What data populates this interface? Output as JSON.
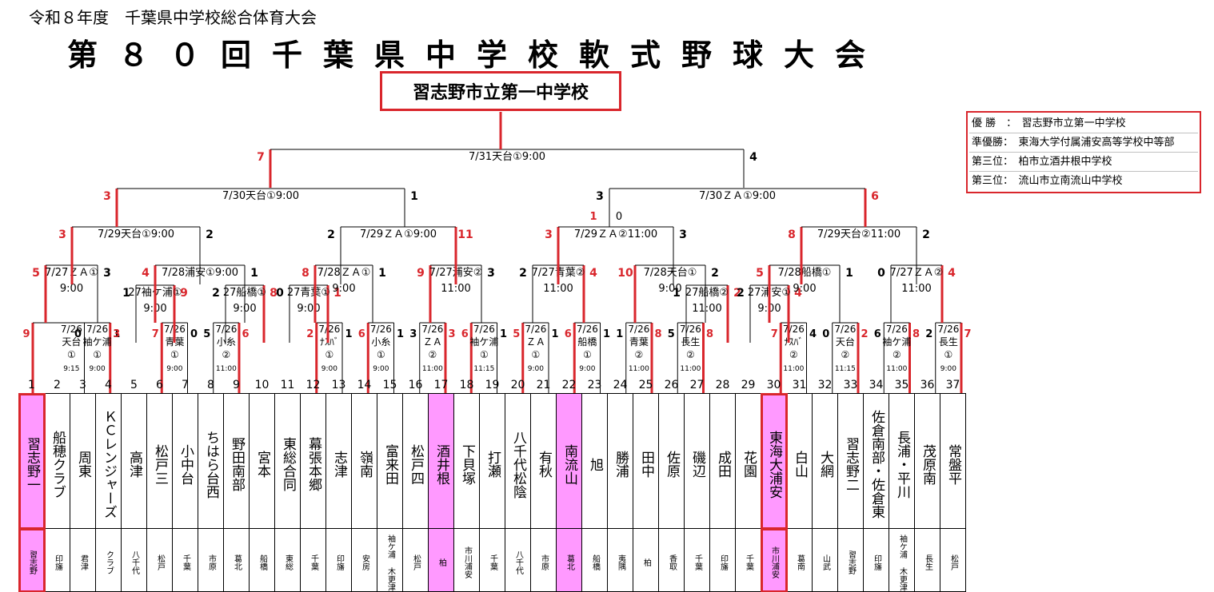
{
  "header": {
    "subtitle": "令和８年度　千葉県中学校総合体育大会",
    "title": "第８０回千葉県中学校軟式野球大会"
  },
  "champion": "習志野市立第一中学校",
  "results": [
    {
      "place": "優 勝",
      "school": "習志野市立第一中学校"
    },
    {
      "place": "準優勝",
      "school": "東海大学付属浦安高等学校中等部"
    },
    {
      "place": "第三位",
      "school": "柏市立酒井根中学校"
    },
    {
      "place": "第三位",
      "school": "流山市立南流山中学校"
    }
  ],
  "matches": [
    {
      "info": [
        "7/26",
        "天台",
        "①",
        "9:15"
      ],
      "ls": "9",
      "rs": "1",
      "lw": true
    },
    {
      "info": [
        "7/26",
        "袖ケ浦",
        "①",
        "9:00"
      ],
      "ls": "0",
      "rs": "3",
      "lw": false
    },
    {
      "info": [
        "7/26",
        "青葉",
        "①",
        "9:00"
      ],
      "ls": "7",
      "rs": "0",
      "lw": true
    },
    {
      "info": [
        "7/26",
        "小糸",
        "②",
        "11:00"
      ],
      "ls": "5",
      "rs": "6",
      "lw": false
    },
    {
      "info": [
        "7/26",
        "ﾅｽﾊﾞ",
        "①",
        "9:00"
      ],
      "ls": "2",
      "rs": "1",
      "lw": true
    },
    {
      "info": [
        "7/26",
        "小糸",
        "①",
        "9:00"
      ],
      "ls": "6",
      "rs": "1",
      "lw": true
    },
    {
      "info": [
        "7/26",
        "ＺＡ",
        "②",
        "11:00"
      ],
      "ls": "3",
      "rs": "3",
      "lw": false
    },
    {
      "info": [
        "7/26",
        "袖ケ浦",
        "①",
        "11:15"
      ],
      "ls": "6",
      "rs": "1",
      "lw": true
    },
    {
      "info": [
        "7/26",
        "ＺＡ",
        "①",
        "9:00"
      ],
      "ls": "5",
      "rs": "1",
      "lw": true
    },
    {
      "info": [
        "7/26",
        "船橋",
        "①",
        "9:00"
      ],
      "ls": "6",
      "rs": "1",
      "lw": true
    },
    {
      "info": [
        "7/26",
        "青葉",
        "②",
        "11:00"
      ],
      "ls": "1",
      "rs": "8",
      "lw": false
    },
    {
      "info": [
        "7/26",
        "長生",
        "②",
        "11:00"
      ],
      "ls": "5",
      "rs": "8",
      "lw": false
    },
    {
      "info": [
        "7/26",
        "ﾅｽﾊﾞ",
        "②",
        "11:00"
      ],
      "ls": "7",
      "rs": "4",
      "lw": true
    },
    {
      "info": [
        "7/26",
        "天台",
        "②",
        "11:15"
      ],
      "ls": "0",
      "rs": "2",
      "lw": false
    },
    {
      "info": [
        "7/26",
        "袖ケ浦",
        "②",
        "11:00"
      ],
      "ls": "6",
      "rs": "8",
      "lw": false
    },
    {
      "info": [
        "7/26",
        "長生",
        "①",
        "9:00"
      ],
      "ls": "2",
      "rs": "7",
      "lw": false
    },
    {
      "info": [
        "7/27ＺＡ①",
        "9:00"
      ],
      "ls": "5",
      "rs": "3",
      "lw": true
    },
    {
      "info": [
        "27袖ケ浦①",
        "9:00"
      ],
      "ls": "1",
      "rs": "9",
      "lw": false
    },
    {
      "info": [
        "27船橋①",
        "9:00"
      ],
      "ls": "2",
      "rs": "8",
      "lw": false
    },
    {
      "info": [
        "27青葉①",
        "9:00"
      ],
      "ls": "0",
      "rs": "1",
      "lw": false
    },
    {
      "info": [
        "7/27浦安②",
        "11:00"
      ],
      "ls": "9",
      "rs": "3",
      "lw": true
    },
    {
      "info": [
        "7/27青葉②",
        "11:00"
      ],
      "ls": "2",
      "rs": "4",
      "lw": false
    },
    {
      "info": [
        "7/28天台①",
        "9:00"
      ],
      "ls": "10",
      "rs": "2",
      "lw": true
    },
    {
      "info": [
        "27船橋②",
        "11:00"
      ],
      "ls": "1",
      "rs": "2",
      "lw": false
    },
    {
      "info": [
        "27浦安①",
        "9:00"
      ],
      "ls": "2",
      "rs": "4",
      "lw": false
    },
    {
      "info": [
        "7/28船橋①",
        "9:00"
      ],
      "ls": "5",
      "rs": "1",
      "lw": true
    },
    {
      "info": [
        "7/27ＺＡ②",
        "11:00"
      ],
      "ls": "0",
      "rs": "4",
      "lw": false
    },
    {
      "info": [
        "7/28浦安①9:00"
      ],
      "ls": "4",
      "rs": "1",
      "lw": true
    },
    {
      "info": [
        "7/28ＺＡ①",
        "9:00"
      ],
      "ls": "8",
      "rs": "1",
      "lw": true
    },
    {
      "info": [
        "7/29天台①9:00"
      ],
      "ls": "3",
      "rs": "2",
      "lw": true
    },
    {
      "info": [
        "7/29ＺＡ①9:00"
      ],
      "ls": "2",
      "rs": "11",
      "lw": false
    },
    {
      "info": [
        "7/29ＺＡ②11:00"
      ],
      "ls": "3",
      "rs": "3",
      "lw": true
    },
    {
      "info": [
        "7/29天台②11:00"
      ],
      "ls": "8",
      "rs": "2",
      "lw": true
    },
    {
      "info": [
        "7/30天台①9:00"
      ],
      "ls": "3",
      "rs": "1",
      "lw": true
    },
    {
      "info": [
        "7/30ＺＡ①9:00"
      ],
      "ls": "3",
      "rs": "6",
      "lw": false
    },
    {
      "info": [
        "7/31天台①9:00"
      ],
      "ls": "7",
      "rs": "4",
      "lw": true
    }
  ],
  "extra_marks": [
    {
      "text": "1",
      "red": true
    },
    {
      "text": "0",
      "red": false
    }
  ],
  "school_columns": [
    {
      "no": "1",
      "team": "習志野一",
      "region": "習志野",
      "hl": true,
      "sel": true
    },
    {
      "no": "2",
      "team": "船穂クラブ",
      "region": "印旛",
      "hl": false,
      "sel": false
    },
    {
      "no": "3",
      "team": "周東",
      "region": "君津",
      "hl": false,
      "sel": false
    },
    {
      "no": "4",
      "team": "ＫＣレンジャーズ",
      "region": "クラブ",
      "hl": false,
      "sel": false
    },
    {
      "no": "5",
      "team": "高津",
      "region": "八千代",
      "hl": false,
      "sel": false
    },
    {
      "no": "6",
      "team": "松戸三",
      "region": "松戸",
      "hl": false,
      "sel": false
    },
    {
      "no": "7",
      "team": "小中台",
      "region": "千葉",
      "hl": false,
      "sel": false
    },
    {
      "no": "8",
      "team": "ちはら台西",
      "region": "市原",
      "hl": false,
      "sel": false
    },
    {
      "no": "9",
      "team": "野田南部",
      "region": "葛北",
      "hl": false,
      "sel": false
    },
    {
      "no": "10",
      "team": "宮本",
      "region": "船橋",
      "hl": false,
      "sel": false
    },
    {
      "no": "11",
      "team": "東総合同",
      "region": "東総",
      "hl": false,
      "sel": false
    },
    {
      "no": "12",
      "team": "幕張本郷",
      "region": "千葉",
      "hl": false,
      "sel": false
    },
    {
      "no": "13",
      "team": "志津",
      "region": "印旛",
      "hl": false,
      "sel": false
    },
    {
      "no": "14",
      "team": "嶺南",
      "region": "安房",
      "hl": false,
      "sel": false
    },
    {
      "no": "15",
      "team": "富来田",
      "region": "袖ケ浦 木更津",
      "hl": false,
      "sel": false
    },
    {
      "no": "16",
      "team": "松戸四",
      "region": "松戸",
      "hl": false,
      "sel": false
    },
    {
      "no": "17",
      "team": "酒井根",
      "region": "柏",
      "hl": true,
      "sel": false
    },
    {
      "no": "18",
      "team": "下貝塚",
      "region": "市川浦安",
      "hl": false,
      "sel": false
    },
    {
      "no": "19",
      "team": "打瀬",
      "region": "千葉",
      "hl": false,
      "sel": false
    },
    {
      "no": "20",
      "team": "八千代松陰",
      "region": "八千代",
      "hl": false,
      "sel": false
    },
    {
      "no": "21",
      "team": "有秋",
      "region": "市原",
      "hl": false,
      "sel": false
    },
    {
      "no": "22",
      "team": "南流山",
      "region": "葛北",
      "hl": true,
      "sel": false
    },
    {
      "no": "23",
      "team": "旭",
      "region": "船橋",
      "hl": false,
      "sel": false
    },
    {
      "no": "24",
      "team": "勝浦",
      "region": "夷隅",
      "hl": false,
      "sel": false
    },
    {
      "no": "25",
      "team": "田中",
      "region": "柏",
      "hl": false,
      "sel": false
    },
    {
      "no": "26",
      "team": "佐原",
      "region": "香取",
      "hl": false,
      "sel": false
    },
    {
      "no": "27",
      "team": "磯辺",
      "region": "千葉",
      "hl": false,
      "sel": false
    },
    {
      "no": "28",
      "team": "成田",
      "region": "印旛",
      "hl": false,
      "sel": false
    },
    {
      "no": "29",
      "team": "花園",
      "region": "千葉",
      "hl": false,
      "sel": false
    },
    {
      "no": "30",
      "team": "東海大浦安",
      "region": "市川浦安",
      "hl": true,
      "sel": true
    },
    {
      "no": "31",
      "team": "白山",
      "region": "葛南",
      "hl": false,
      "sel": false
    },
    {
      "no": "32",
      "team": "大網",
      "region": "山武",
      "hl": false,
      "sel": false
    },
    {
      "no": "33",
      "team": "習志野二",
      "region": "習志野",
      "hl": false,
      "sel": false
    },
    {
      "no": "34",
      "team": "佐倉南部・佐倉東",
      "region": "印旛",
      "hl": false,
      "sel": false
    },
    {
      "no": "35",
      "team": "長浦・平川",
      "region": "袖ケ浦 木更津",
      "hl": false,
      "sel": false
    },
    {
      "no": "36",
      "team": "茂原南",
      "region": "長生",
      "hl": false,
      "sel": false
    },
    {
      "no": "37",
      "team": "常盤平",
      "region": "松戸",
      "hl": false,
      "sel": false
    }
  ],
  "colors": {
    "winner_line": "#d9262c",
    "loser_line": "#000000",
    "highlight": "#ff99ff"
  }
}
